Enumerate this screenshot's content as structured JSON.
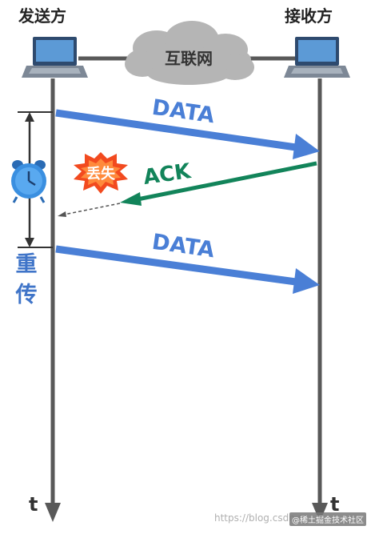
{
  "nodes": {
    "sender": {
      "label": "发送方"
    },
    "receiver": {
      "label": "接收方"
    },
    "network": {
      "label": "互联网"
    }
  },
  "messages": {
    "data_first": "DATA",
    "ack": "ACK",
    "lost": "丢失",
    "data_retransmit": "DATA"
  },
  "timer": {
    "retransmit_label": "重传"
  },
  "time_axis": {
    "left_label": "t",
    "right_label": "t"
  },
  "footer": {
    "watermark": "https://blog.csdn.n",
    "credit": "@稀土掘金技术社区"
  },
  "colors": {
    "data_arrow": "#4a7fd6",
    "ack_arrow": "#12845a",
    "timeline": "#595959",
    "cloud": "#b5b5b5",
    "clock": "#3a8fe0",
    "burst": "#f24a1f",
    "retrans_text": "#3f74c8"
  }
}
